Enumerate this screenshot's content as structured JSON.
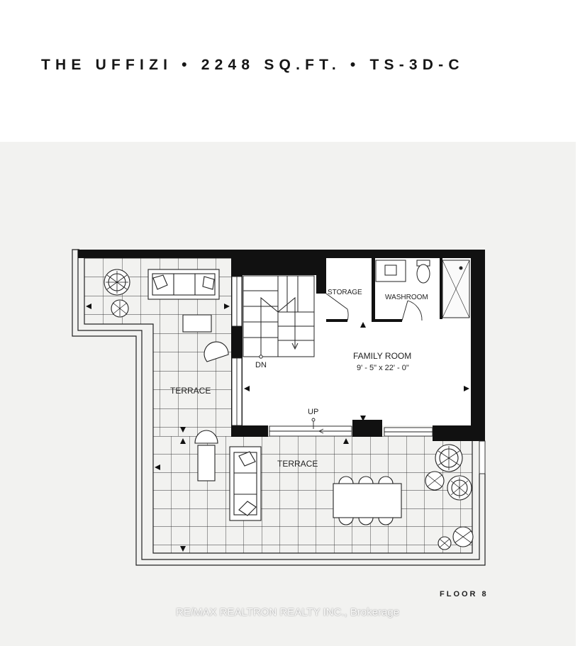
{
  "header": {
    "title": "THE UFFIZI • 2248 SQ.FT. • TS-3D-C"
  },
  "plan": {
    "rooms": {
      "storage": "STORAGE",
      "washroom": "WASHROOM",
      "family_room": "FAMILY ROOM",
      "family_room_dims": "9' - 5\" x 22' - 0\"",
      "terrace_left": "TERRACE",
      "terrace_bottom": "TERRACE"
    },
    "stairs": {
      "down": "DN",
      "up": "UP"
    }
  },
  "footer": {
    "floor": "FLOOR 8",
    "watermark": "RE/MAX REALTRON REALTY INC., Brokerage"
  }
}
